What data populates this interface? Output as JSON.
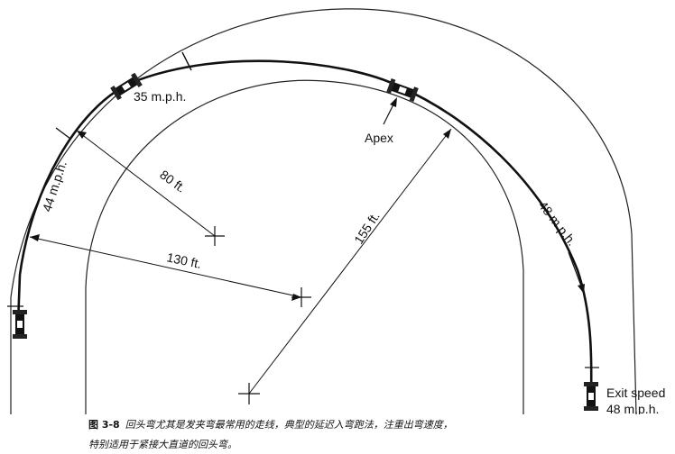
{
  "labels": {
    "entry_speed": "35 m.p.h.",
    "apex": "Apex",
    "mid_speed": "48 m.p.h.",
    "early_speed": "44 m.p.h.",
    "radius_small": "80 ft.",
    "radius_mid": "130 ft.",
    "radius_large": "155 ft.",
    "exit_speed_label": "Exit speed",
    "exit_speed_value": "48 m.p.h."
  },
  "caption": {
    "figure_no": "图 3-8",
    "line1": "回头弯尤其是发夹弯最常用的走线，典型的延迟入弯跑法，注重出弯速度，",
    "line2": "特别适用于紧接大直道的回头弯。"
  }
}
